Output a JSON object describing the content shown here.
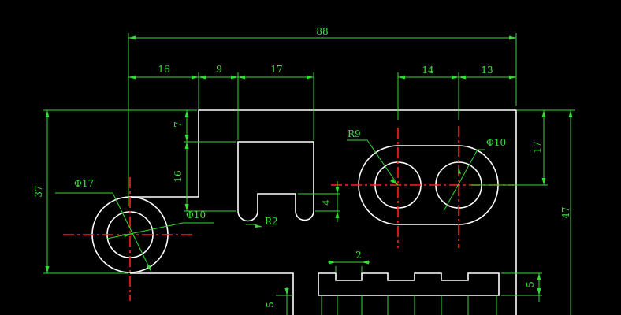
{
  "dimensions": {
    "overall_width": "88",
    "seg_16": "16",
    "seg_9": "9",
    "seg_17_top": "17",
    "seg_14": "14",
    "seg_13": "13",
    "height_37": "37",
    "height_47": "47",
    "height_7": "7",
    "height_16": "16",
    "height_4": "4",
    "height_17_right": "17",
    "height_5_right": "5",
    "height_5_bottom": "5",
    "notch_2": "2"
  },
  "callouts": {
    "radius_r9": "R9",
    "radius_r2": "R2",
    "dia_17": "Φ17",
    "dia_10_left": "Φ10",
    "dia_10_right": "Φ10"
  },
  "colors": {
    "background": "#000000",
    "dimension": "#33dd33",
    "object": "#ffffff",
    "centerline": "#ff2020"
  }
}
